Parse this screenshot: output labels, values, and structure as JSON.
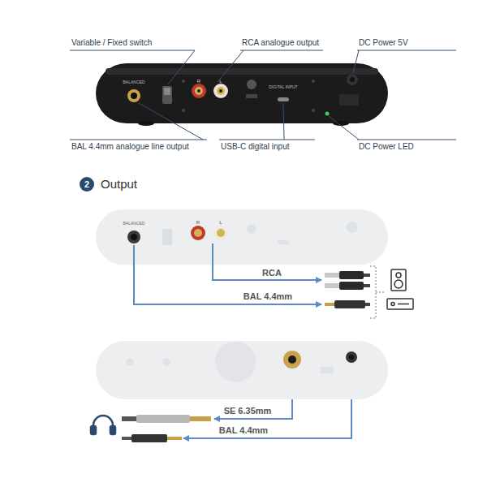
{
  "diagram": {
    "nodes": [
      {
        "text": [
          "2"
        ]
      }
    ],
    "labels": [
      "Variable / Fixed switch",
      "RCA analogue output",
      "DC Power 5V",
      "BAL 4.4mm analogue line output",
      "USB-C digital input",
      "DC Power LED",
      "Output",
      "RCA",
      "BAL 4.4mm",
      "SE 6.35mm",
      "BAL 4.4mm",
      "BALANCED",
      "R",
      "L",
      "DIGITAL INPUT",
      "BALANCED",
      "R",
      "L"
    ]
  }
}
